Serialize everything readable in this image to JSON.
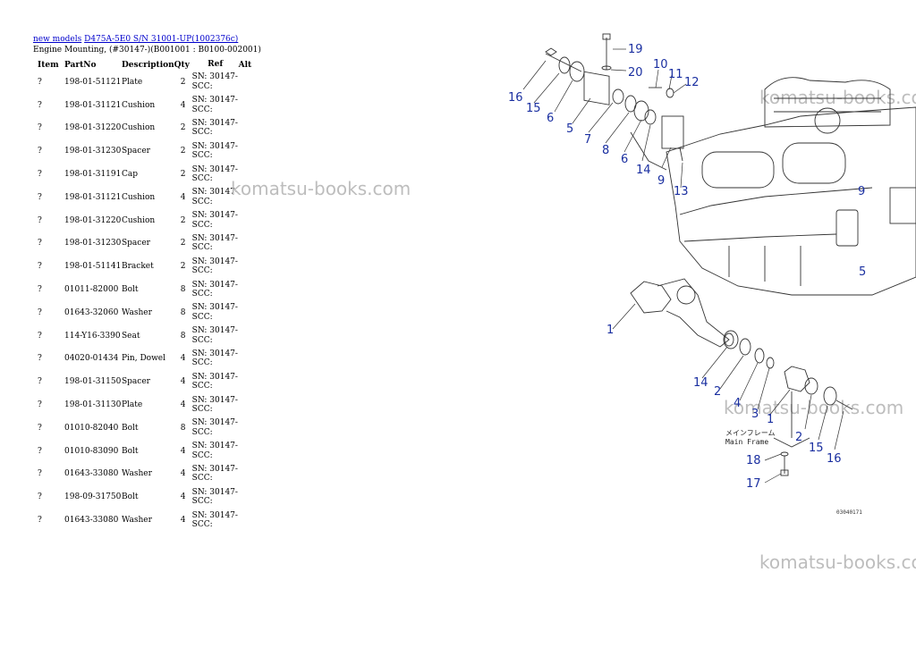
{
  "breadcrumb": {
    "link1": "new models",
    "link2": "D475A-5E0 S/N 31001-UP(1002376c)"
  },
  "title": "Engine Mounting, (#30147-)(B001001 : B0100-002001)",
  "table": {
    "headers": {
      "item": "Item",
      "partno": "PartNo",
      "description": "Description",
      "qty": "Qty",
      "ref": "Ref",
      "alt": "Alt"
    },
    "rows": [
      {
        "item": "?",
        "partno": "198-01-51121",
        "description": "Plate",
        "qty": "2",
        "ref1": "SN: 30147-",
        "ref2": "SCC:"
      },
      {
        "item": "?",
        "partno": "198-01-31121",
        "description": "Cushion",
        "qty": "4",
        "ref1": "SN: 30147-",
        "ref2": "SCC:"
      },
      {
        "item": "?",
        "partno": "198-01-31220",
        "description": "Cushion",
        "qty": "2",
        "ref1": "SN: 30147-",
        "ref2": "SCC:"
      },
      {
        "item": "?",
        "partno": "198-01-31230",
        "description": "Spacer",
        "qty": "2",
        "ref1": "SN: 30147-",
        "ref2": "SCC:"
      },
      {
        "item": "?",
        "partno": "198-01-31191",
        "description": "Cap",
        "qty": "2",
        "ref1": "SN: 30147-",
        "ref2": "SCC:"
      },
      {
        "item": "?",
        "partno": "198-01-31121",
        "description": "Cushion",
        "qty": "4",
        "ref1": "SN: 30147-",
        "ref2": "SCC:"
      },
      {
        "item": "?",
        "partno": "198-01-31220",
        "description": "Cushion",
        "qty": "2",
        "ref1": "SN: 30147-",
        "ref2": "SCC:"
      },
      {
        "item": "?",
        "partno": "198-01-31230",
        "description": "Spacer",
        "qty": "2",
        "ref1": "SN: 30147-",
        "ref2": "SCC:"
      },
      {
        "item": "?",
        "partno": "198-01-51141",
        "description": "Bracket",
        "qty": "2",
        "ref1": "SN: 30147-",
        "ref2": "SCC:"
      },
      {
        "item": "?",
        "partno": "01011-82000",
        "description": "Bolt",
        "qty": "8",
        "ref1": "SN: 30147-",
        "ref2": "SCC:"
      },
      {
        "item": "?",
        "partno": "01643-32060",
        "description": "Washer",
        "qty": "8",
        "ref1": "SN: 30147-",
        "ref2": "SCC:"
      },
      {
        "item": "?",
        "partno": "114-Y16-3390",
        "description": "Seat",
        "qty": "8",
        "ref1": "SN: 30147-",
        "ref2": "SCC:"
      },
      {
        "item": "?",
        "partno": "04020-01434",
        "description": "Pin, Dowel",
        "qty": "4",
        "ref1": "SN: 30147-",
        "ref2": "SCC:"
      },
      {
        "item": "?",
        "partno": "198-01-31150",
        "description": "Spacer",
        "qty": "4",
        "ref1": "SN: 30147-",
        "ref2": "SCC:"
      },
      {
        "item": "?",
        "partno": "198-01-31130",
        "description": "Plate",
        "qty": "4",
        "ref1": "SN: 30147-",
        "ref2": "SCC:"
      },
      {
        "item": "?",
        "partno": "01010-82040",
        "description": "Bolt",
        "qty": "8",
        "ref1": "SN: 30147-",
        "ref2": "SCC:"
      },
      {
        "item": "?",
        "partno": "01010-83090",
        "description": "Bolt",
        "qty": "4",
        "ref1": "SN: 30147-",
        "ref2": "SCC:"
      },
      {
        "item": "?",
        "partno": "01643-33080",
        "description": "Washer",
        "qty": "4",
        "ref1": "SN: 30147-",
        "ref2": "SCC:"
      },
      {
        "item": "?",
        "partno": "198-09-31750",
        "description": "Bolt",
        "qty": "4",
        "ref1": "SN: 30147-",
        "ref2": "SCC:"
      },
      {
        "item": "?",
        "partno": "01643-33080",
        "description": "Washer",
        "qty": "4",
        "ref1": "SN: 30147-",
        "ref2": "SCC:"
      }
    ]
  },
  "watermarks": [
    "komatsu-books.com",
    "komatsu-books.com",
    "komatsu-books.com",
    "komatsu-books.com"
  ],
  "diagram": {
    "callouts": [
      "19",
      "20",
      "10",
      "11",
      "12",
      "16",
      "15",
      "6",
      "5",
      "7",
      "8",
      "6",
      "14",
      "9",
      "13",
      "9",
      "5",
      "1",
      "14",
      "2",
      "4",
      "3",
      "1",
      "2",
      "15",
      "16",
      "18",
      "17"
    ],
    "frame_label_jp": "メインフレーム",
    "frame_label_en": "Main Frame",
    "drawing_code": "03040171"
  },
  "colors": {
    "link": "#0000cc",
    "callout": "#1a2fa0",
    "watermark": "#bdbdbd"
  }
}
